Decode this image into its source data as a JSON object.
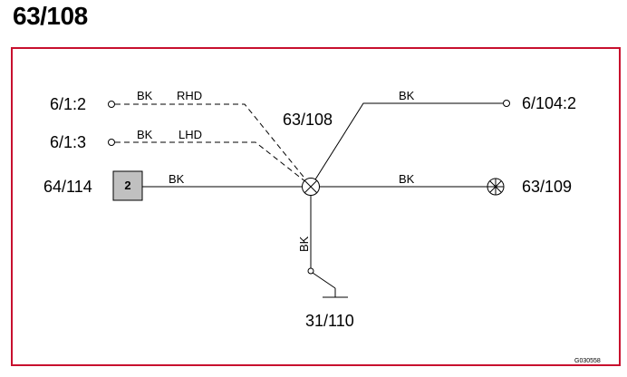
{
  "title": "63/108",
  "nodes": {
    "conn_612": "6/1:2",
    "conn_613": "6/1:3",
    "comp_64114": "64/114",
    "comp_64114_pin": "2",
    "hub": "63/108",
    "conn_61042": "6/104:2",
    "lamp_63109": "63/109",
    "ground_31110": "31/110"
  },
  "wires": {
    "rhd_color": "BK",
    "rhd_variant": "RHD",
    "lhd_color": "BK",
    "lhd_variant": "LHD",
    "left_color": "BK",
    "upper_right_color": "BK",
    "right_color": "BK",
    "ground_color": "BK"
  },
  "figure_id": "G030558",
  "colors": {
    "frame": "#c8102e",
    "component_fill": "#c0c0c0",
    "wire": "#000000"
  }
}
